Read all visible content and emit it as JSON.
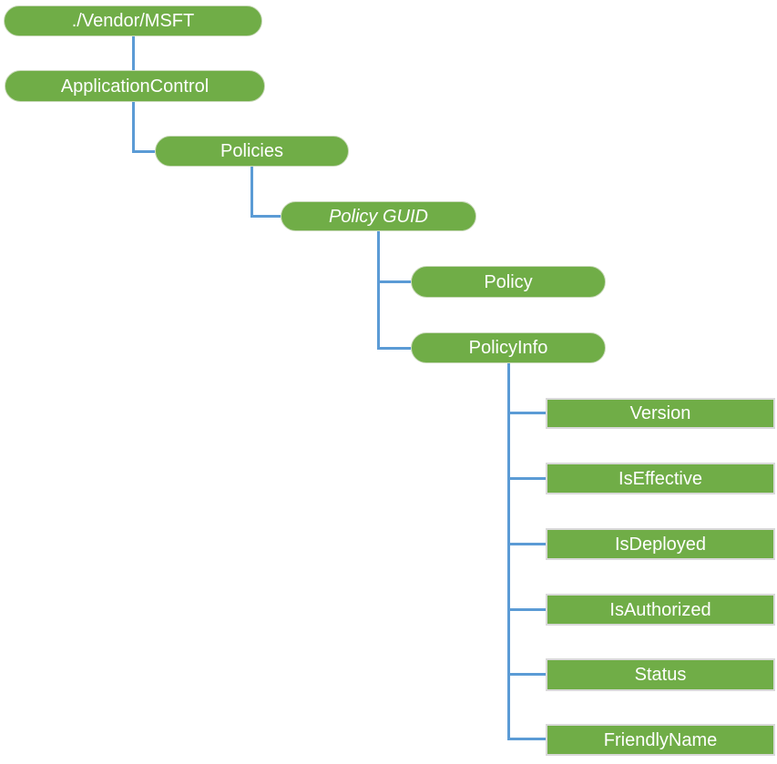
{
  "diagram": {
    "description": "CSP tree diagram",
    "colors": {
      "node_fill": "#70AD47",
      "pill_border": "#C9D9BA",
      "rect_border": "#D9D9D9",
      "connector": "#5B9BD5",
      "node_text": "#FFFFFF",
      "background": "#FFFFFF"
    },
    "nodes": [
      {
        "label": "./Vendor/MSFT",
        "shape": "pill",
        "level": 0
      },
      {
        "label": "ApplicationControl",
        "shape": "pill",
        "level": 1
      },
      {
        "label": "Policies",
        "shape": "pill",
        "level": 2
      },
      {
        "label": "Policy GUID",
        "shape": "pill",
        "level": 3,
        "italic": true
      },
      {
        "label": "Policy",
        "shape": "pill",
        "level": 4
      },
      {
        "label": "PolicyInfo",
        "shape": "pill",
        "level": 4
      },
      {
        "label": "Version",
        "shape": "rect",
        "level": 5
      },
      {
        "label": "IsEffective",
        "shape": "rect",
        "level": 5
      },
      {
        "label": "IsDeployed",
        "shape": "rect",
        "level": 5
      },
      {
        "label": "IsAuthorized",
        "shape": "rect",
        "level": 5
      },
      {
        "label": "Status",
        "shape": "rect",
        "level": 5
      },
      {
        "label": "FriendlyName",
        "shape": "rect",
        "level": 5
      }
    ]
  }
}
